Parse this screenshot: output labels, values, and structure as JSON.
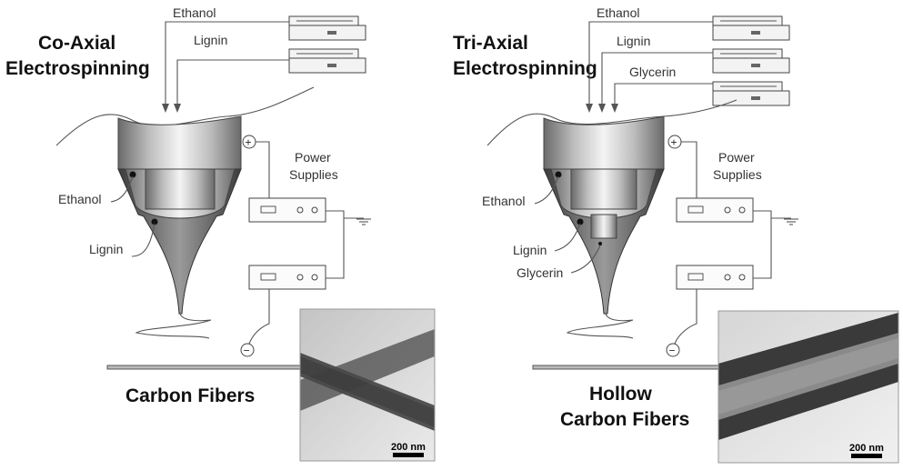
{
  "left_panel": {
    "title_line1": "Co-Axial",
    "title_line2": "Electrospinning",
    "feed_ethanol": "Ethanol",
    "feed_lignin": "Lignin",
    "power_line1": "Power",
    "power_line2": "Supplies",
    "plus": "+",
    "minus": "−",
    "label_ethanol": "Ethanol",
    "label_lignin": "Lignin",
    "result": "Carbon Fibers",
    "scale_bar": "200 nm"
  },
  "right_panel": {
    "title_line1": "Tri-Axial",
    "title_line2": "Electrospinning",
    "feed_ethanol": "Ethanol",
    "feed_lignin": "Lignin",
    "feed_glycerin": "Glycerin",
    "power_line1": "Power",
    "power_line2": "Supplies",
    "plus": "+",
    "minus": "−",
    "label_ethanol": "Ethanol",
    "label_lignin": "Lignin",
    "label_glycerin": "Glycerin",
    "result_line1": "Hollow",
    "result_line2": "Carbon Fibers",
    "scale_bar": "200 nm"
  }
}
